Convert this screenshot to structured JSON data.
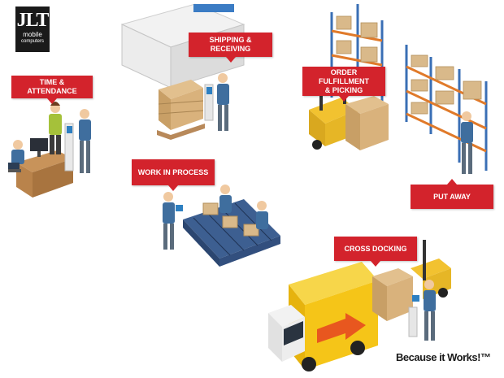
{
  "logo": {
    "brand": "JLT",
    "line1": "mobile",
    "line2": "computers"
  },
  "labels": {
    "time_attendance": "TIME & ATTENDANCE",
    "shipping_receiving": "SHIPPING & RECEIVING",
    "order_fulfillment_line1": "ORDER FULFILLMENT",
    "order_fulfillment_line2": "& PICKING",
    "work_in_process": "WORK IN PROCESS",
    "put_away": "PUT AWAY",
    "cross_docking": "CROSS DOCKING"
  },
  "tagline": "Because it Works!™",
  "colors": {
    "label_red": "#d3232c",
    "truck_yellow": "#f5c518",
    "forklift_yellow": "#f2c230",
    "worker_blue": "#3f6e9e",
    "box_tan": "#d9b98a",
    "rack_blue": "#3a6fb5",
    "rack_orange": "#e07a2a"
  }
}
